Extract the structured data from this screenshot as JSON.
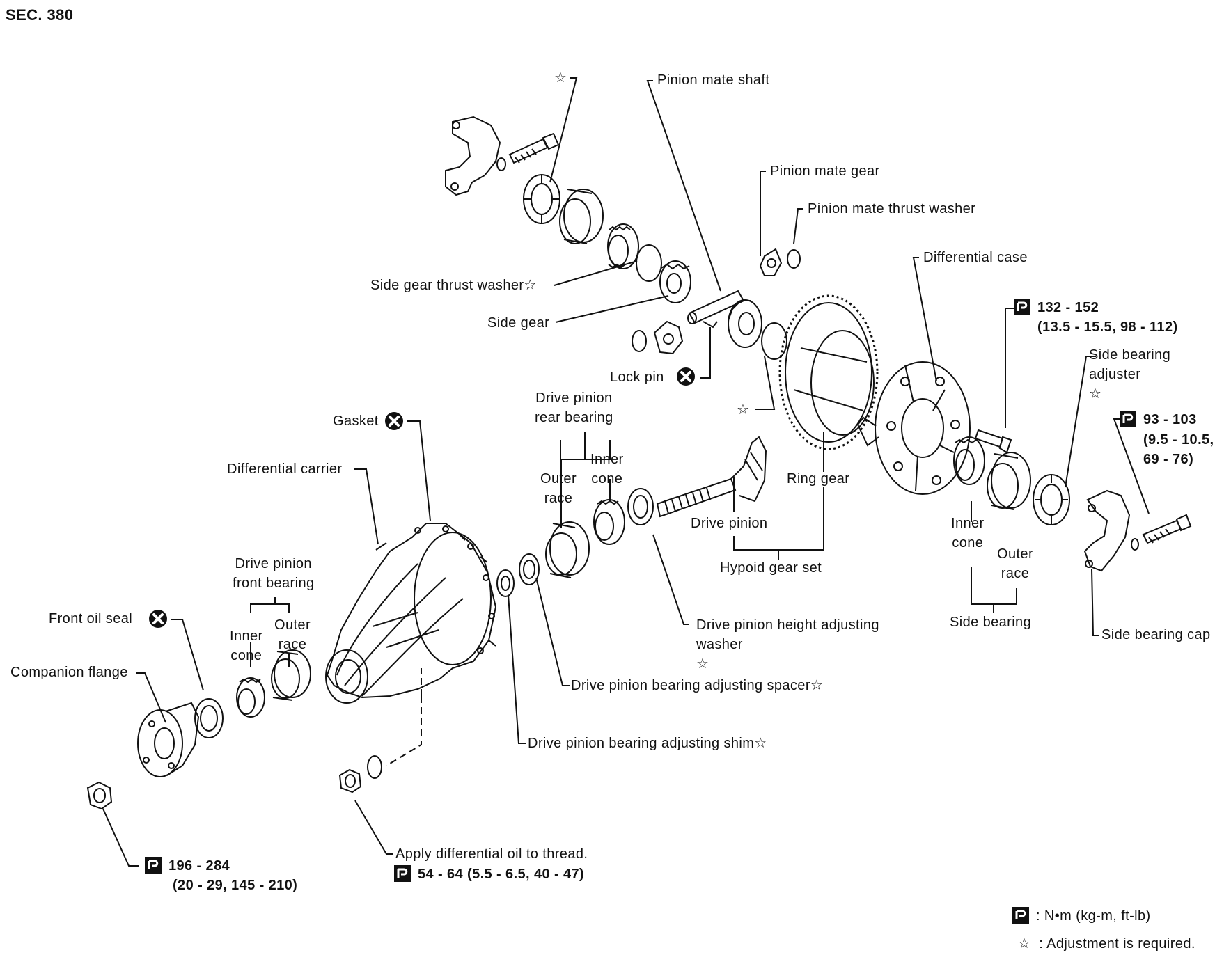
{
  "section": "SEC. 380",
  "labels": {
    "pinion_mate_shaft": "Pinion mate shaft",
    "pinion_mate_gear": "Pinion mate gear",
    "pinion_mate_thrust_washer": "Pinion mate thrust washer",
    "differential_case": "Differential case",
    "side_gear_thrust_washer": "Side gear thrust washer",
    "side_gear": "Side gear",
    "lock_pin": "Lock pin",
    "side_bearing_adjuster": [
      "Side bearing",
      "adjuster"
    ],
    "gasket": "Gasket",
    "drive_pinion_rear_bearing": [
      "Drive pinion",
      "rear bearing"
    ],
    "outer_race": [
      "Outer",
      "race"
    ],
    "inner_cone": [
      "Inner",
      "cone"
    ],
    "differential_carrier": "Differential carrier",
    "ring_gear": "Ring gear",
    "drive_pinion": "Drive pinion",
    "hypoid_gear_set": "Hypoid gear set",
    "side_bearing": "Side bearing",
    "side_bearing_cap": "Side bearing cap",
    "drive_pinion_front_bearing": [
      "Drive pinion",
      "front bearing"
    ],
    "front_oil_seal": "Front oil seal",
    "companion_flange": "Companion flange",
    "drive_pinion_height_adjusting_washer": [
      "Drive pinion height adjusting",
      "washer"
    ],
    "drive_pinion_bearing_adjusting_spacer": "Drive pinion bearing adjusting spacer",
    "drive_pinion_bearing_adjusting_shim": "Drive pinion bearing adjusting shim",
    "apply_oil": "Apply differential oil to thread."
  },
  "torques": {
    "side_bearing_cap_bolt": [
      "132 - 152",
      "(13.5 - 15.5, 98 - 112)"
    ],
    "side_bearing_adjuster_lock": [
      "93 - 103",
      "(9.5 - 10.5,",
      "69 - 76)"
    ],
    "companion_flange_nut": [
      "196 - 284",
      "(20 - 29, 145 - 210)"
    ],
    "carrier_nut": "54 - 64 (5.5 - 6.5, 40 - 47)"
  },
  "legend": {
    "torque": ": N•m (kg-m, ft-lb)",
    "adjust": ": Adjustment is required."
  },
  "symbols": {
    "star": "☆",
    "x_mark": "x-circle-icon",
    "torque": "torque-wrench-icon"
  }
}
